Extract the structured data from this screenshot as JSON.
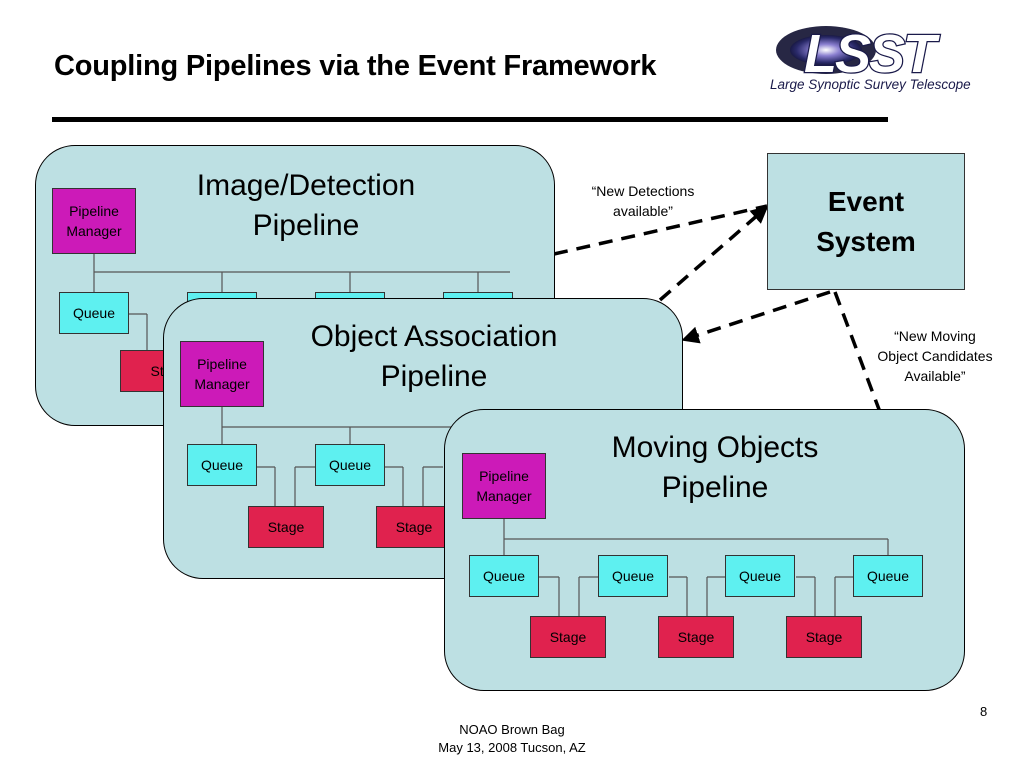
{
  "title": "Coupling Pipelines via the Event Framework",
  "logo": {
    "name": "LSST",
    "tagline": "Large Synoptic Survey Telescope"
  },
  "colors": {
    "panel": "#bde0e3",
    "manager": "#cc1ab8",
    "queue": "#5ef0f0",
    "stage": "#e0224e"
  },
  "event_system": {
    "line1": "Event",
    "line2": "System"
  },
  "notes": {
    "new_detections_line1": "“New Detections",
    "new_detections_line2": "available”",
    "new_moving_line1": "“New Moving",
    "new_moving_line2": "Object Candidates",
    "new_moving_line3": "Available”"
  },
  "pipelines": [
    {
      "title_line1": "Image/Detection",
      "title_line2": "Pipeline",
      "manager_line1": "Pipeline",
      "manager_line2": "Manager",
      "queues": [
        "Queue"
      ],
      "stages": [
        "Sta"
      ]
    },
    {
      "title_line1": "Object Association",
      "title_line2": "Pipeline",
      "manager_line1": "Pipeline",
      "manager_line2": "Manager",
      "queues": [
        "Queue",
        "Queue"
      ],
      "stages": [
        "Stage",
        "Stage"
      ]
    },
    {
      "title_line1": "Moving Objects",
      "title_line2": "Pipeline",
      "manager_line1": "Pipeline",
      "manager_line2": "Manager",
      "queues": [
        "Queue",
        "Queue",
        "Queue",
        "Queue"
      ],
      "stages": [
        "Stage",
        "Stage",
        "Stage"
      ]
    }
  ],
  "footer": {
    "line1": "NOAO Brown Bag",
    "line2": "May 13, 2008 Tucson, AZ"
  },
  "page_number": "8"
}
